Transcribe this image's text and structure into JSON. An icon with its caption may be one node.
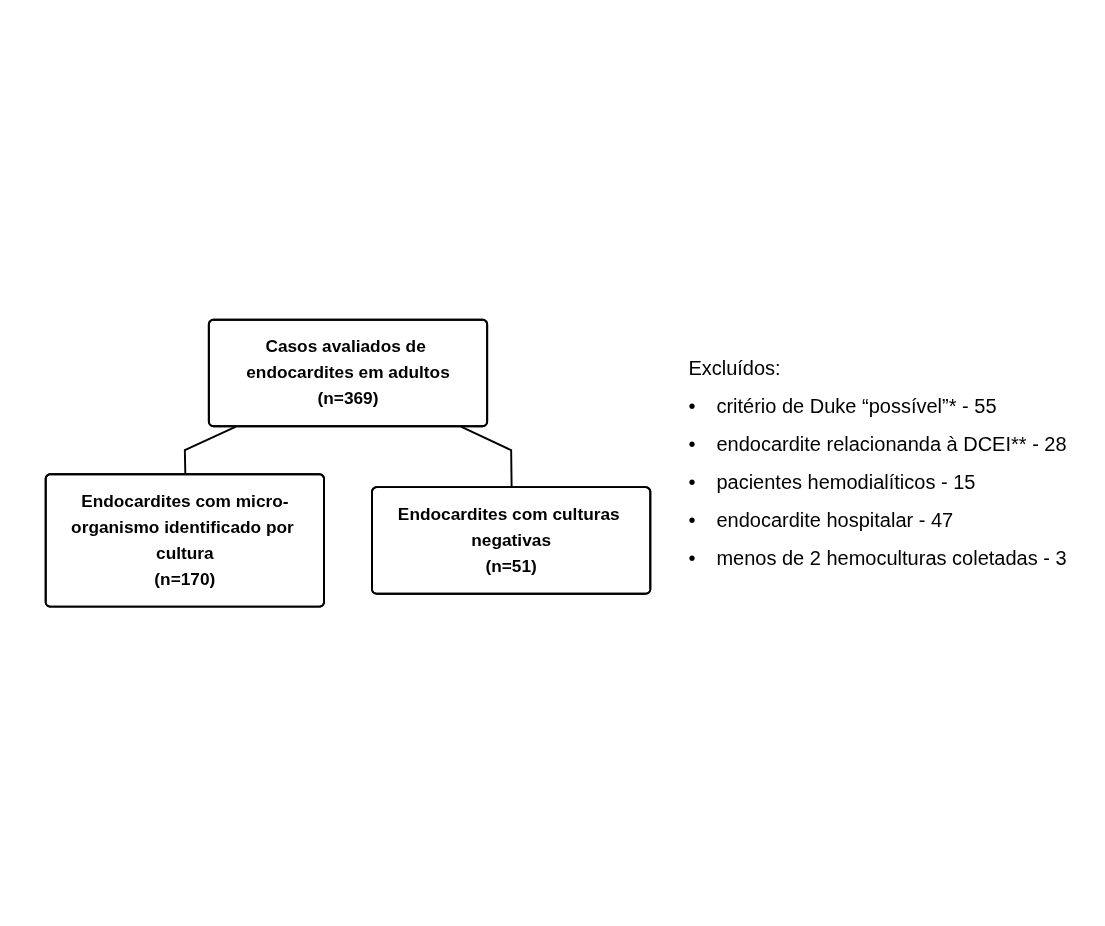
{
  "diagram": {
    "nodes": [
      {
        "text": [
          "Casos avaliados de endocardites em adultos",
          "(n=369)"
        ]
      },
      {
        "text": [
          "Endocardites com micro-organismo identificado por cultura",
          "(n=170)"
        ]
      },
      {
        "text": [
          "Endocardites com culturas negativas",
          "(n=51)"
        ]
      }
    ],
    "edges": [
      {
        "from": 0,
        "to": 1,
        "arrow": "none"
      },
      {
        "from": 0,
        "to": 2,
        "arrow": "none"
      }
    ],
    "labels": [
      "Excluídos:",
      "•",
      "critério de Duke “possível”* - 55",
      "•",
      "endocardite relacionanda à DCEI** - 28",
      "•",
      "pacientes hemodialíticos - 15",
      "•",
      "endocardite hospitalar - 47",
      "•",
      "menos de 2 hemoculturas coletadas - 3"
    ]
  }
}
